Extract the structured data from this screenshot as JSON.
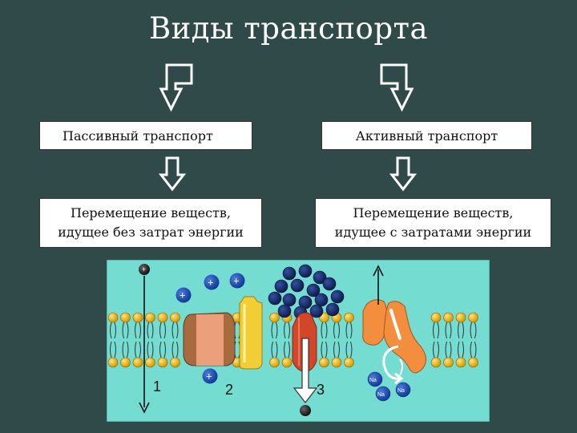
{
  "title": "Виды транспорта",
  "passive": {
    "label": "Пассивный транспорт",
    "description_line1": "Перемещение веществ,",
    "description_line2": "идущее без затрат энергии"
  },
  "active": {
    "label": "Активный транспорт",
    "description_line1": "Перемещение веществ,",
    "description_line2": "идущее с затратами энергии"
  },
  "figure": {
    "numbers": [
      "1",
      "2",
      "3"
    ],
    "ion_labels": [
      "Na",
      "Na",
      "Na"
    ],
    "colors": {
      "background": "#75dcd2",
      "head": "#e8b400",
      "channel_brown": "#a86a3f",
      "channel_inner": "#eba07b",
      "channel_yellow": "#f2cd35",
      "pump_red": "#d2472a",
      "pump_orange": "#f28e3e",
      "ion_blue": "#1d4fb3",
      "molecule_navy": "#142a66"
    }
  }
}
